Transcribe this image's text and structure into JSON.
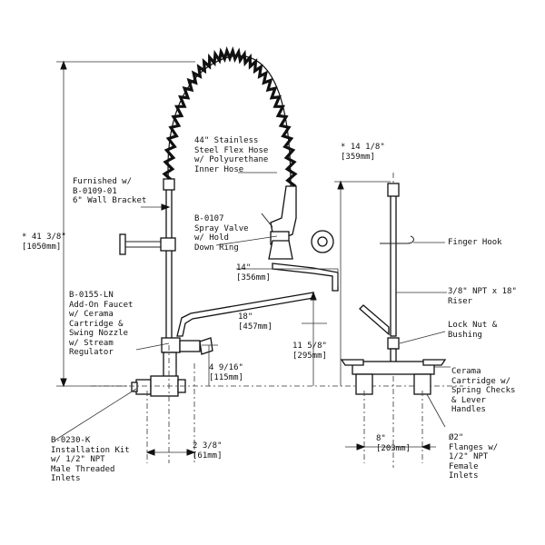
{
  "labels": {
    "wall_bracket": "Furnished w/\nB-0109-01\n6\" Wall Bracket",
    "flex_hose": "44\" Stainless\nSteel Flex Hose\nw/ Polyurethane\nInner Hose",
    "spray_valve": "B-0107\nSpray Valve\nw/ Hold\nDown Ring",
    "overall_height": "* 41 3/8\"\n[1050mm]",
    "riser_top": "* 14 1/8\"\n[359mm]",
    "finger_hook": "Finger Hook",
    "riser": "3/8\" NPT x 18\"\nRiser",
    "spout_14": "14\"\n[356mm]",
    "add_on_faucet": "B-0155-LN\nAdd-On Faucet\nw/ Cerama\nCartridge &\nSwing Nozzle\nw/ Stream\nRegulator",
    "spout_18": "18\"\n[457mm]",
    "height_11": "11 5/8\"\n[295mm]",
    "lock_nut": "Lock Nut &\nBushing",
    "height_4": "4 9/16\"\n[115mm]",
    "cartridge": "Cerama\nCartridge w/\nSpring Checks\n& Lever\nHandles",
    "install_kit": "B-0230-K\nInstallation Kit\nw/ 1/2\" NPT\nMale Threaded\nInlets",
    "offset_2": "2 3/8\"\n[61mm]",
    "centers_8": "8\"\n[203mm]",
    "flanges": "Ø2\"\nFlanges w/\n1/2\" NPT\nFemale\nInlets"
  }
}
